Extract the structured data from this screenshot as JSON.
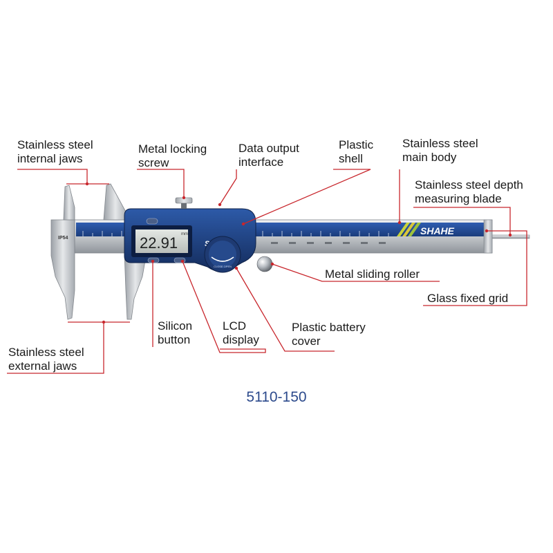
{
  "callouts": {
    "internal_jaws": [
      "Stainless steel",
      "internal jaws"
    ],
    "locking_screw": [
      "Metal locking",
      "screw"
    ],
    "data_output": [
      "Data output",
      "interface"
    ],
    "plastic_shell": [
      "Plastic",
      "shell"
    ],
    "main_body": [
      "Stainless steel",
      "main body"
    ],
    "depth_blade": [
      "Stainless steel depth",
      "measuring blade"
    ],
    "sliding_roller": [
      "Metal sliding roller"
    ],
    "glass_grid": [
      "Glass fixed grid"
    ],
    "silicon_button": [
      "Silicon",
      "button"
    ],
    "lcd_display": [
      "LCD",
      "display"
    ],
    "battery_cover": [
      "Plastic battery",
      "cover"
    ],
    "external_jaws": [
      "Stainless steel",
      "external jaws"
    ]
  },
  "device": {
    "brand": "SHAHE",
    "reading": "22.91",
    "unit": "mm",
    "jaw_mark": "IP54",
    "dial_text": "CLOSE OPEN"
  },
  "model_number": "5110-150",
  "colors": {
    "leader": "#c8262c",
    "dot": "#c8262c",
    "body_blue": "#1c3c78",
    "steel": "#c9ccd0",
    "model_text": "#2c4a8c"
  }
}
